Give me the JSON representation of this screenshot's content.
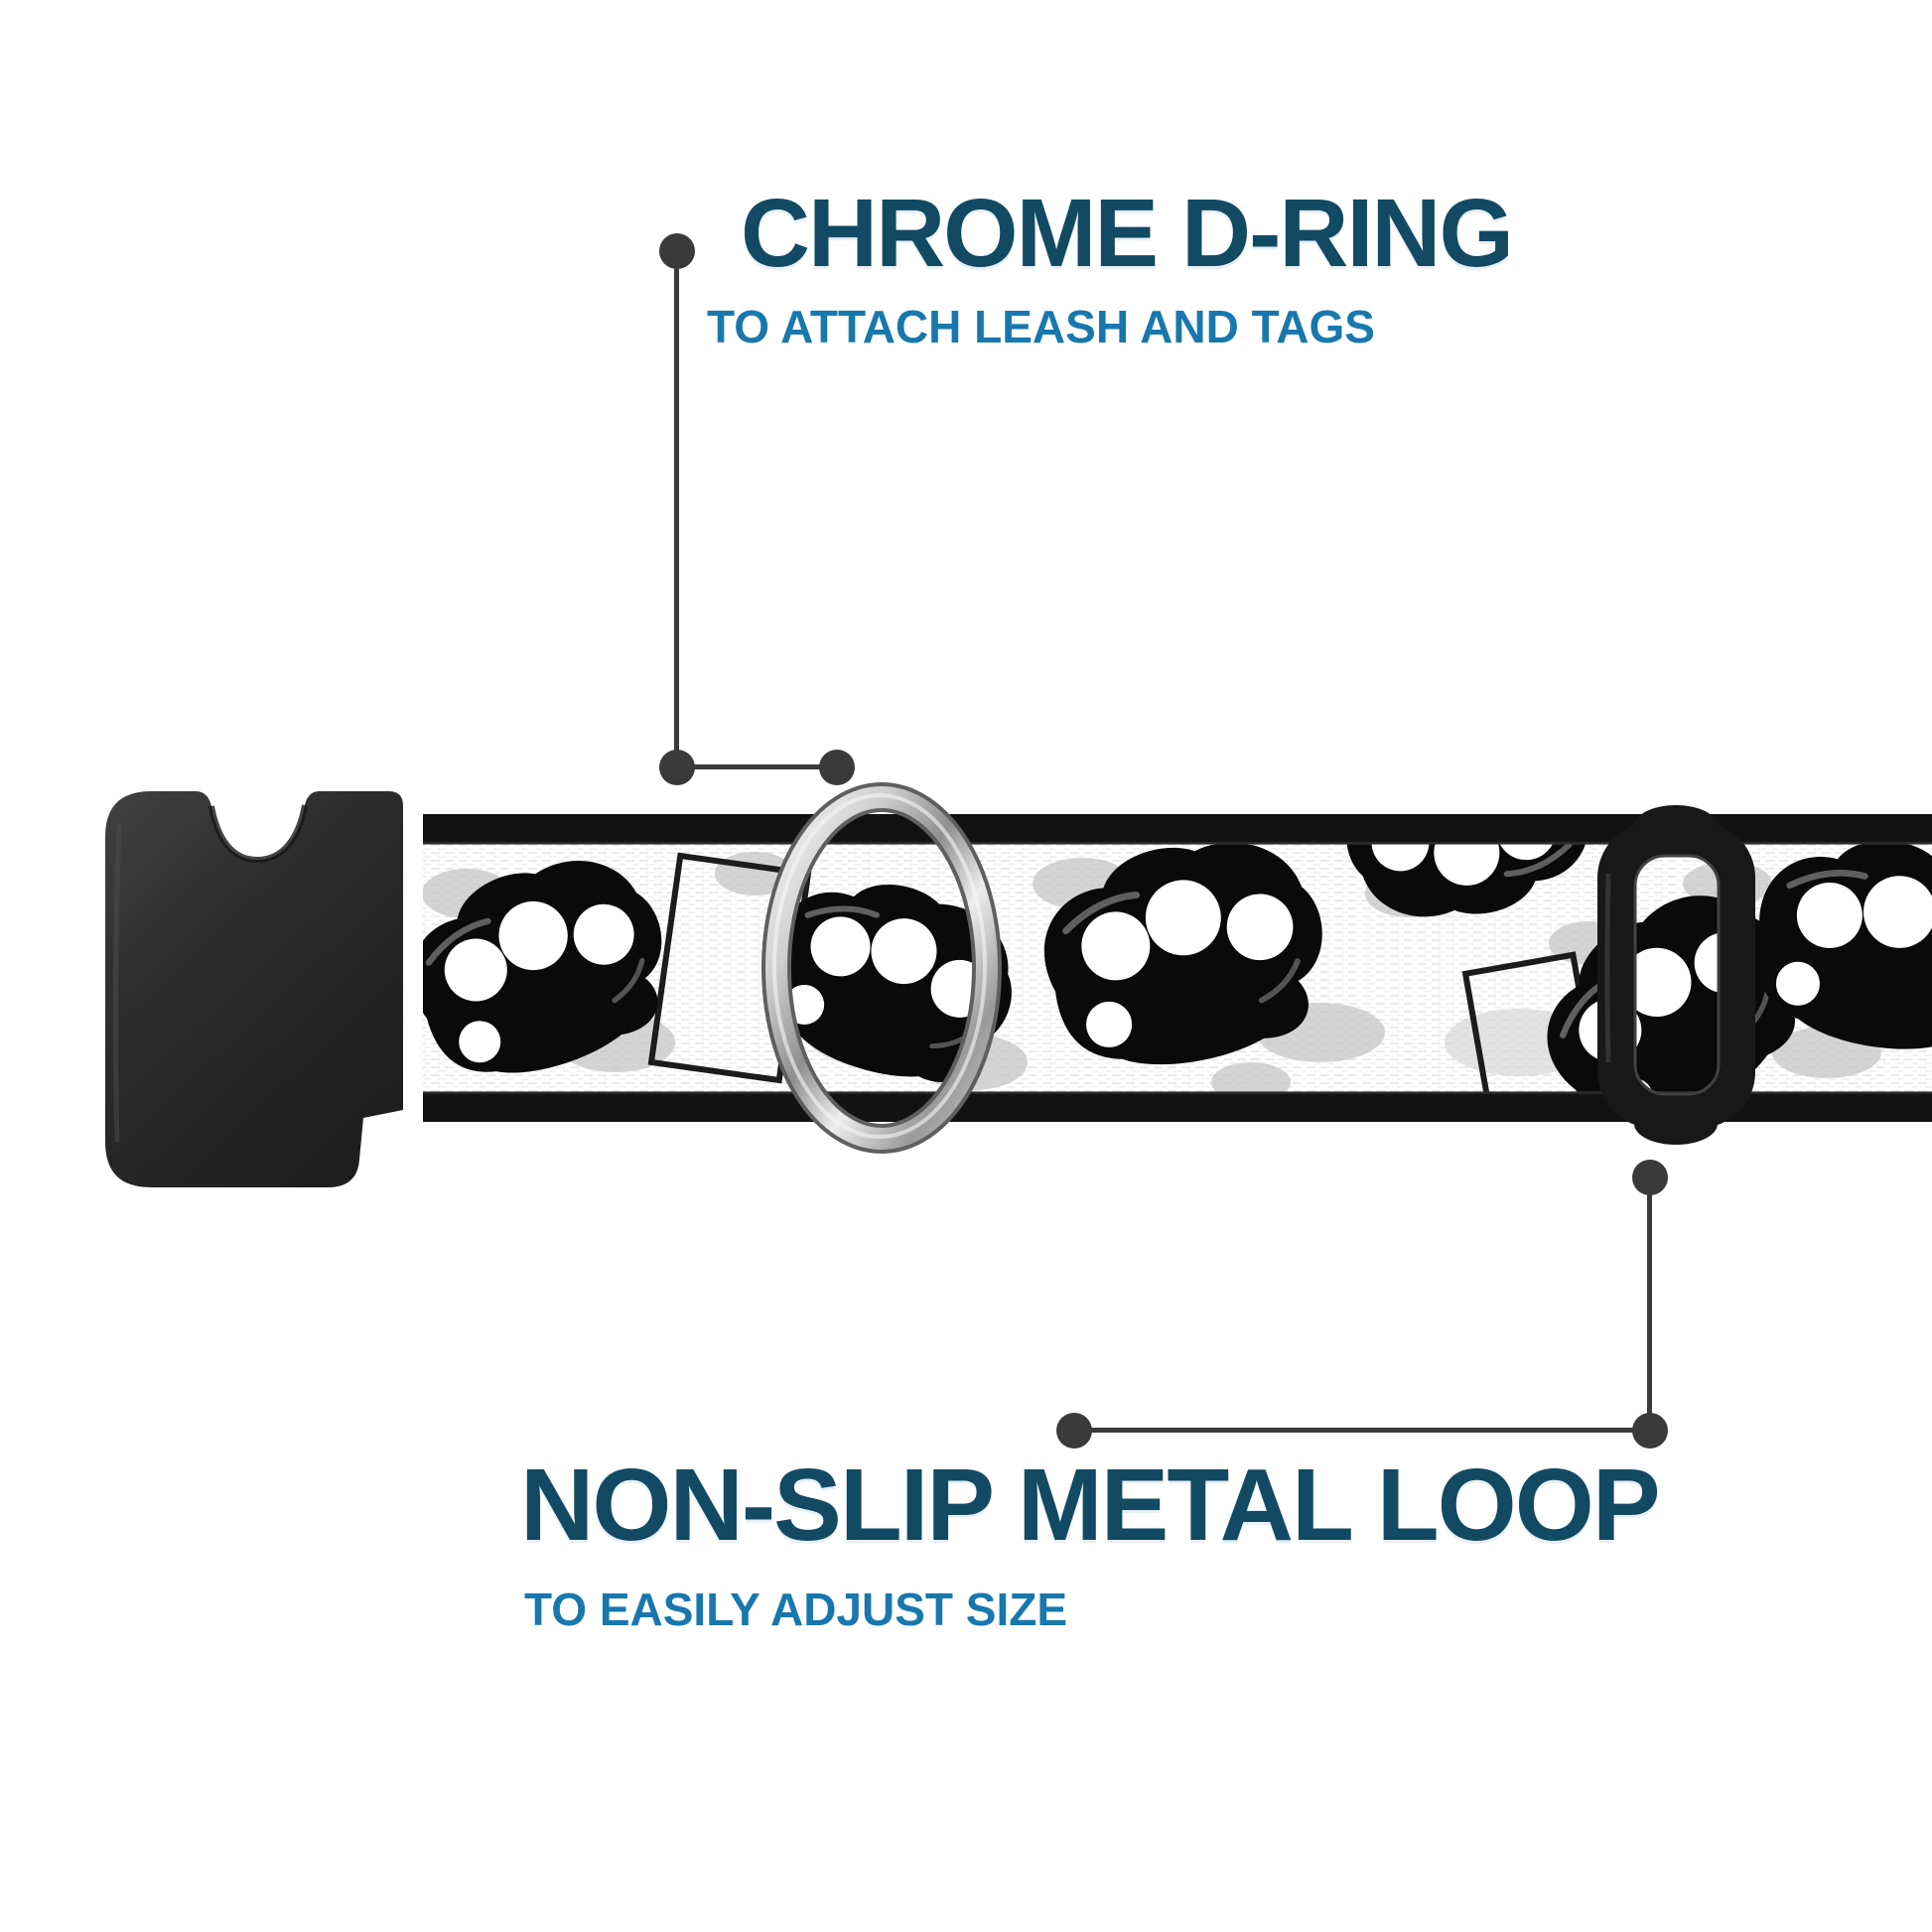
{
  "callouts": {
    "dring": {
      "title": "CHROME D-RING",
      "subtitle": "TO ATTACH LEASH AND TAGS"
    },
    "loop": {
      "title": "NON-SLIP METAL LOOP",
      "subtitle": "TO EASILY ADJUST SIZE"
    }
  },
  "colors": {
    "headline": "#134a63",
    "subhead": "#1878ad",
    "callout": "#3a3a3a",
    "buckle": "#2e2e2e",
    "strap_edge": "#121212",
    "pattern_ink": "#0a0a0a",
    "grunge": "#c6c6c6",
    "chrome_light": "#f2f2f2",
    "chrome_dark": "#8f8f8f"
  }
}
